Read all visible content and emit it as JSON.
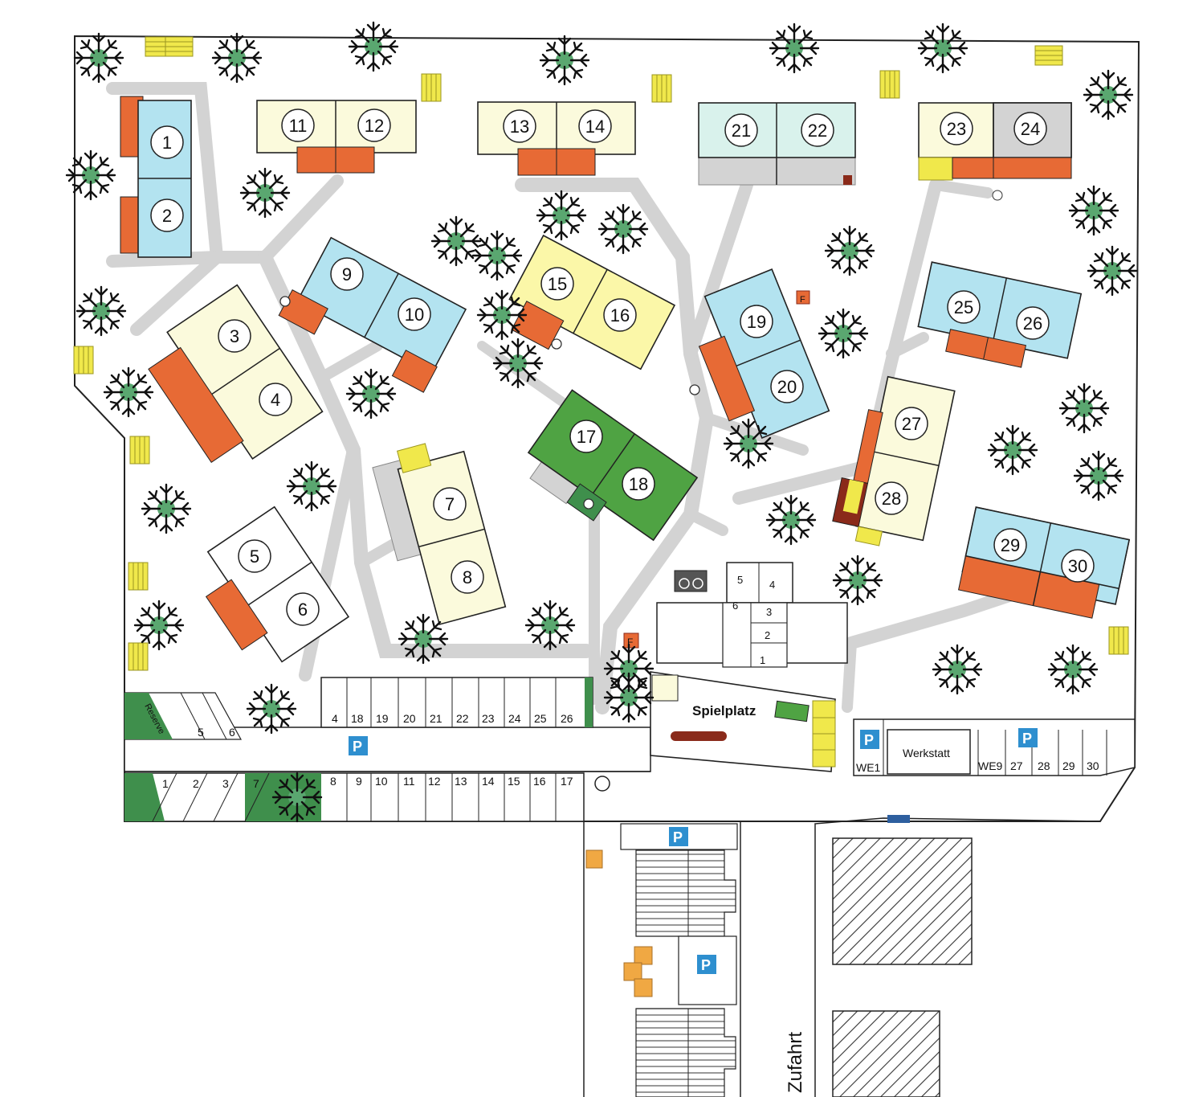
{
  "houses": {
    "h1": "1",
    "h2": "2",
    "h3": "3",
    "h4": "4",
    "h5": "5",
    "h6": "6",
    "h7": "7",
    "h8": "8",
    "h9": "9",
    "h10": "10",
    "h11": "11",
    "h12": "12",
    "h13": "13",
    "h14": "14",
    "h15": "15",
    "h16": "16",
    "h17": "17",
    "h18": "18",
    "h19": "19",
    "h20": "20",
    "h21": "21",
    "h22": "22",
    "h23": "23",
    "h24": "24",
    "h25": "25",
    "h26": "26",
    "h27": "27",
    "h28": "28",
    "h29": "29",
    "h30": "30"
  },
  "parking_top_row": [
    "4",
    "18",
    "19",
    "20",
    "21",
    "22",
    "23",
    "24",
    "25",
    "26"
  ],
  "parking_bottom_row": [
    "8",
    "9",
    "10",
    "11",
    "12",
    "13",
    "14",
    "15",
    "16",
    "17"
  ],
  "parking_left_top": [
    "Reserve",
    "5",
    "6"
  ],
  "parking_left_bottom": [
    "1",
    "2",
    "3",
    "7"
  ],
  "parking_right": [
    "WE9",
    "27",
    "28",
    "29",
    "30"
  ],
  "labels": {
    "playground": "Spielplatz",
    "workshop": "Werkstatt",
    "we1": "WE1",
    "access": "Zufahrt",
    "parking_sign": "P",
    "fire": "F"
  },
  "storage_units": [
    "5",
    "4",
    "6",
    "3",
    "2",
    "1"
  ],
  "colors": {
    "blue": "#b3e3f0",
    "cream": "#fbfadc",
    "mint": "#d9f2ec",
    "yellow_house": "#fbf7a8",
    "green_house": "#4fa343",
    "terrace": "#e76a35",
    "path": "#d3d3d3",
    "tree": "#5aa770",
    "bench": "#f0e84b",
    "dark_green": "#3f8f4c",
    "parking_sign": "#2e8fcf",
    "orange_bin": "#f0a843"
  }
}
